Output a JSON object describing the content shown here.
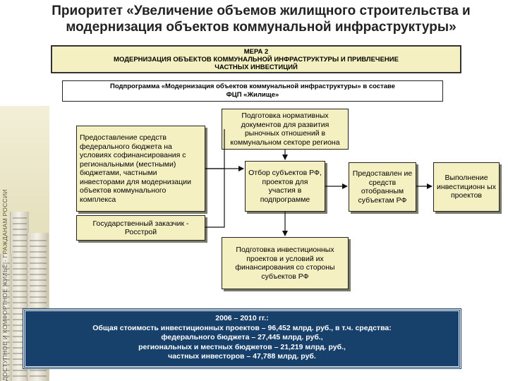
{
  "title": {
    "line1": "Приоритет «Увеличение объемов жилищного строительства и",
    "line2": "модернизация объектов коммунальной инфраструктуры»"
  },
  "measure": {
    "line1": "МЕРА 2",
    "line2": "МОДЕРНИЗАЦИЯ ОБЪЕКТОВ КОММУНАЛЬНОЙ ИНФРАСТРУКТУРЫ И ПРИВЛЕЧЕНИЕ",
    "line3": "ЧАСТНЫХ ИНВЕСТИЦИЙ"
  },
  "subprogram": {
    "line1": "Подпрограмма «Модернизация объектов коммунальной инфраструктуры» в составе",
    "line2": "ФЦП «Жилище»"
  },
  "boxes": {
    "federal_funds": "Предоставление средств федерального бюджета на условиях софинансирования с региональными (местными) бюджетами, частными инвесторами для модернизации объектов коммунального комплекса",
    "customer": "Государственный заказчик - Росстрой",
    "normative_docs": "Подготовка нормативных документов для развития рыночных отношений в коммунальном секторе региона",
    "selection": "Отбор субъектов РФ, проектов для участия в подпрограмме",
    "provision": "Предоставлен ие средств отобранным субъектам РФ",
    "execution": "Выполнение инвестиционн ых проектов",
    "investment_prep": "Подготовка инвестиционных проектов и условий их финансирования со стороны субъектов РФ"
  },
  "summary": {
    "period": "2006 – 2010 гг.:",
    "total": "Общая стоимость инвестиционных проектов – 96,452 млрд. руб., в т.ч. средства:",
    "federal": "федерального бюджета – 27,445 млрд. руб.,",
    "regional": "региональных и местных бюджетов – 21,219 млрд. руб.,",
    "private": "частных инвесторов – 47,788 млрд. руб."
  },
  "side_tagline": "ДОСТУПНОЕ И КОМФОРТНОЕ ЖИЛЬЁ - ГРАЖДАНАМ РОССИИ",
  "colors": {
    "box_fill": "#f4f0c2",
    "summary_fill": "#17406b",
    "arrow": "#111111"
  }
}
